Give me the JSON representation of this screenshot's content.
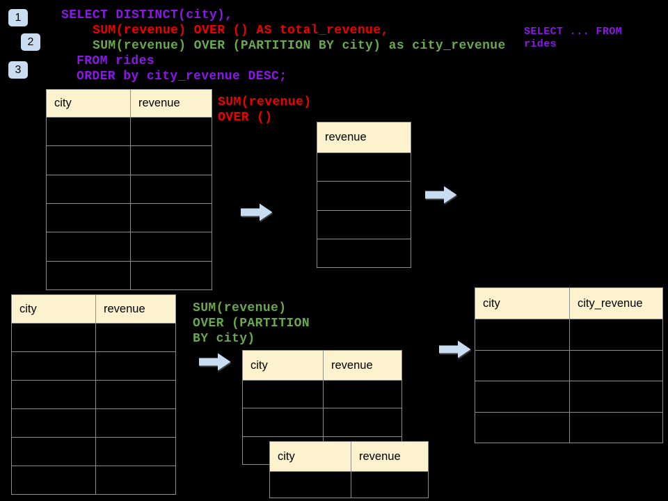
{
  "slide": {
    "step_badges": [
      "1",
      "2",
      "3"
    ],
    "sql_code": {
      "lines": [
        {
          "text": "SELECT DISTINCT(city),",
          "color": "#8B17E8"
        },
        {
          "text": "SUM(revenue) OVER () AS total_revenue,",
          "color": "#EE0000"
        },
        {
          "text": "SUM(revenue) OVER (PARTITION BY city) as city_revenue",
          "color": "#6AA84F"
        },
        {
          "text": "FROM rides",
          "color": "#8B17E8"
        },
        {
          "text": "ORDER by city_revenue DESC;",
          "color": "#8B17E8"
        }
      ]
    },
    "corner_code": {
      "line1": "SELECT ... FROM",
      "line2": "rides",
      "color": "#8B17E8"
    },
    "annotation_total": {
      "line1": "SUM(revenue)",
      "line2": "OVER ()",
      "color": "#EE0000"
    },
    "annotation_partition": {
      "line1": "SUM(revenue)",
      "line2": "OVER (PARTITION",
      "line3": "BY city)",
      "color": "#6AA84F"
    },
    "tables": {
      "source_top": {
        "col1": "city",
        "col2": "revenue",
        "empty_rows": 6
      },
      "total_revenue": {
        "col1": "revenue",
        "empty_rows": 4
      },
      "source_bottom": {
        "col1": "city",
        "col2": "revenue",
        "empty_rows": 6
      },
      "partition_back": {
        "col1": "city",
        "col2": "revenue",
        "empty_rows": 3
      },
      "partition_front": {
        "col1": "city",
        "col2": "revenue",
        "empty_rows": 1
      },
      "result": {
        "col1": "city",
        "col2": "city_revenue",
        "empty_rows": 4
      }
    },
    "colors": {
      "background": "#000000",
      "code_purple": "#8B17E8",
      "code_red": "#EE0000",
      "code_green": "#6AA84F",
      "table_header_fill": "#FDF2CE",
      "table_border": "#8E8E8E",
      "arrow_fill": "#C9DCF0",
      "badge_fill": "#C9DCF0"
    }
  }
}
